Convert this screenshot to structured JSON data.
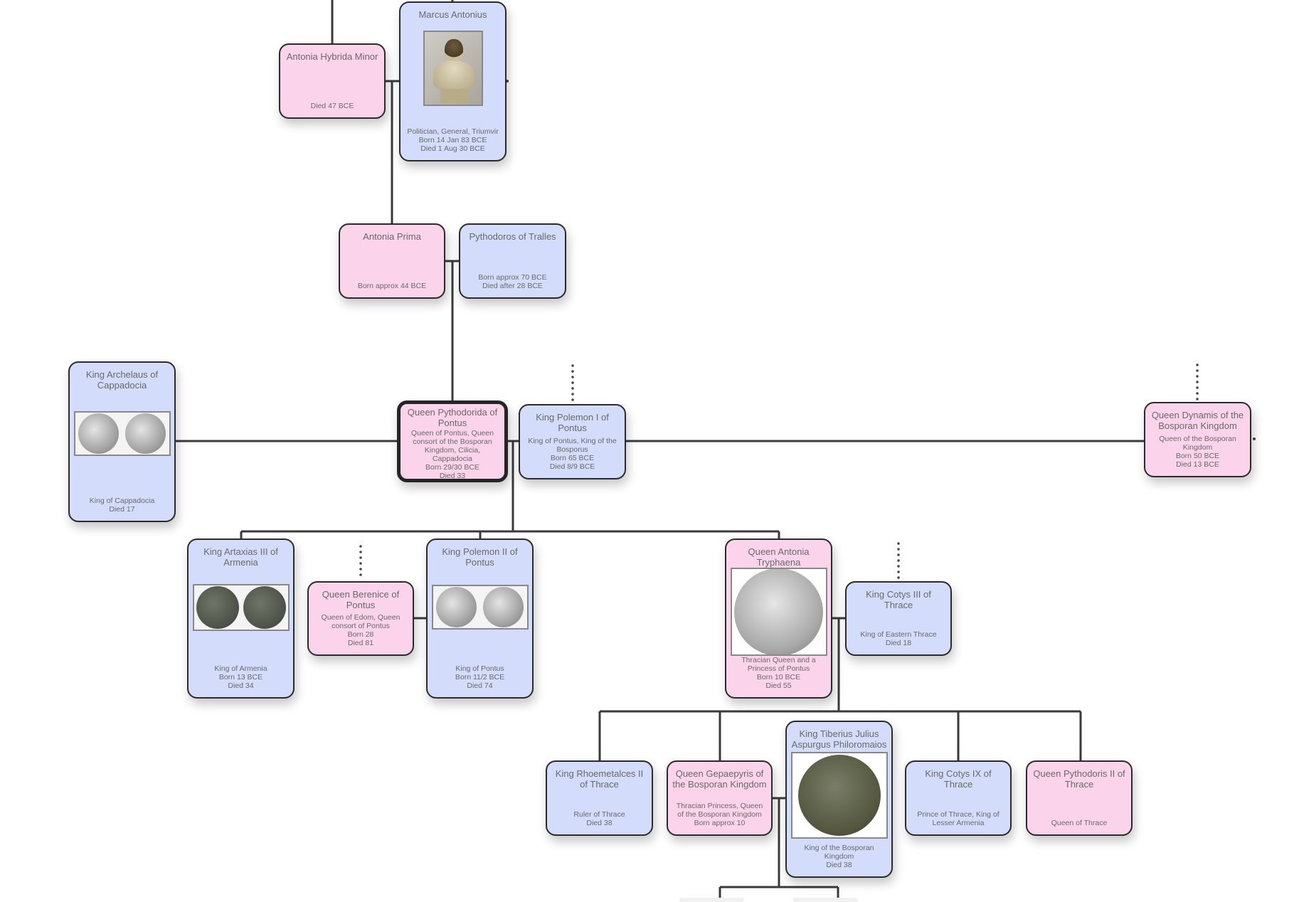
{
  "colors": {
    "male": "#d3dcfa",
    "female": "#fbd3ea",
    "line": "#3a3a3a"
  },
  "people": [
    {
      "id": "antonia-hybrida-minor",
      "name": "Antonia Hybrida Minor",
      "sex": "female",
      "details": [
        "Died 47 BCE"
      ]
    },
    {
      "id": "marcus-antonius",
      "name": "Marcus Antonius",
      "sex": "male",
      "image": "marble-bust-portrait",
      "details": [
        "Politician, General, Triumvir",
        "Born 14 Jan 83 BCE",
        "Died 1 Aug 30 BCE"
      ]
    },
    {
      "id": "antonia-prima",
      "name": "Antonia Prima",
      "sex": "female",
      "details": [
        "Born approx 44 BCE"
      ]
    },
    {
      "id": "pythodoros-of-tralles",
      "name": "Pythodoros of Tralles",
      "sex": "male",
      "details": [
        "Born approx 70 BCE",
        "Died after 28 BCE"
      ]
    },
    {
      "id": "king-archelaus",
      "name": "King Archelaus of Cappadocia",
      "sex": "male",
      "image": "silver-coin-pair",
      "details": [
        "King of Cappadocia",
        "Died 17"
      ]
    },
    {
      "id": "queen-pythodorida",
      "name": "Queen Pythodorida of Pontus",
      "sex": "female",
      "focus": true,
      "details": [
        "Queen of Pontus, Queen consort of the Bosporan Kingdom, Cilicia, Cappadocia",
        "Born 29/30 BCE",
        "Died 33"
      ]
    },
    {
      "id": "king-polemon-i",
      "name": "King Polemon I of Pontus",
      "sex": "male",
      "details": [
        "King of Pontus, King of the Bosporus",
        "Born 65 BCE",
        "Died 8/9 BCE"
      ]
    },
    {
      "id": "queen-dynamis",
      "name": "Queen Dynamis of the Bosporan Kingdom",
      "sex": "female",
      "details": [
        "Queen of the Bosporan Kingdom",
        "Born 50 BCE",
        "Died 13 BCE"
      ]
    },
    {
      "id": "king-artaxias-iii",
      "name": "King Artaxias III of Armenia",
      "sex": "male",
      "image": "bronze-coin-pair",
      "details": [
        "King of Armenia",
        "Born 13 BCE",
        "Died 34"
      ]
    },
    {
      "id": "queen-berenice",
      "name": "Queen Berenice of Pontus",
      "sex": "female",
      "details": [
        "Queen of Edom, Queen consort of Pontus",
        "Born 28",
        "Died 81"
      ]
    },
    {
      "id": "king-polemon-ii",
      "name": "King Polemon II of Pontus",
      "sex": "male",
      "image": "silver-coin-pair",
      "details": [
        "King of Pontus",
        "Born 11/2 BCE",
        "Died 74"
      ]
    },
    {
      "id": "queen-antonia-tryphaena",
      "name": "Queen Antonia Tryphaena",
      "sex": "female",
      "image": "silver-coin-portrait",
      "details": [
        "Thracian Queen and a Princess of Pontus",
        "Born 10 BCE",
        "Died 55"
      ]
    },
    {
      "id": "king-cotys-iii",
      "name": "King Cotys III of Thrace",
      "sex": "male",
      "details": [
        "King of Eastern Thrace",
        "Died 18"
      ]
    },
    {
      "id": "king-rhoemetalces-ii",
      "name": "King Rhoemetalces II of Thrace",
      "sex": "male",
      "details": [
        "Ruler of Thrace",
        "Died 38"
      ]
    },
    {
      "id": "queen-gepaepyris",
      "name": "Queen Gepaepyris of the Bosporan Kingdom",
      "sex": "female",
      "details": [
        "Thracian Princess, Queen of the Bosporan Kingdom",
        "Born approx 10"
      ]
    },
    {
      "id": "king-tiberius-julius-aspurgus",
      "name": "King Tiberius Julius Aspurgus Philoromaios",
      "sex": "male",
      "image": "bronze-coin-portrait",
      "details": [
        "King of the Bosporan Kingdom",
        "Died 38"
      ]
    },
    {
      "id": "king-cotys-ix",
      "name": "King Cotys IX of Thrace",
      "sex": "male",
      "details": [
        "Prince of Thrace, King of Lesser Armenia"
      ]
    },
    {
      "id": "queen-pythodoris-ii",
      "name": "Queen Pythodoris II of Thrace",
      "sex": "female",
      "details": [
        "Queen of Thrace"
      ]
    }
  ]
}
